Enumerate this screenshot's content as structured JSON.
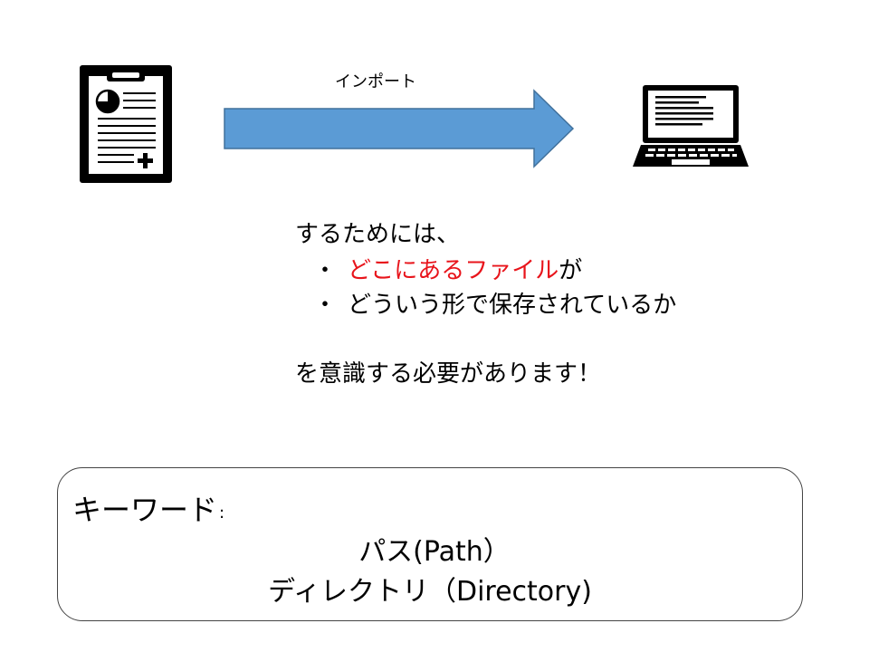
{
  "icons": {
    "document": "medical-document-icon",
    "laptop": "laptop-icon"
  },
  "colors": {
    "arrow_fill": "#5b9bd5",
    "highlight_red": "#e8141b"
  },
  "arrow_label": "インポート",
  "body": {
    "intro": "するためには、",
    "bullet_mark": "・",
    "bullet1": {
      "highlight": "どこにあるファイル",
      "suffix": "が"
    },
    "bullet2": "どういう形で保存されているか",
    "note": "を意識する必要があります！"
  },
  "keywords": {
    "title": "キーワード",
    "colon": ":",
    "item1": "パス(Path）",
    "item2": "ディレクトリ（Directory)"
  }
}
